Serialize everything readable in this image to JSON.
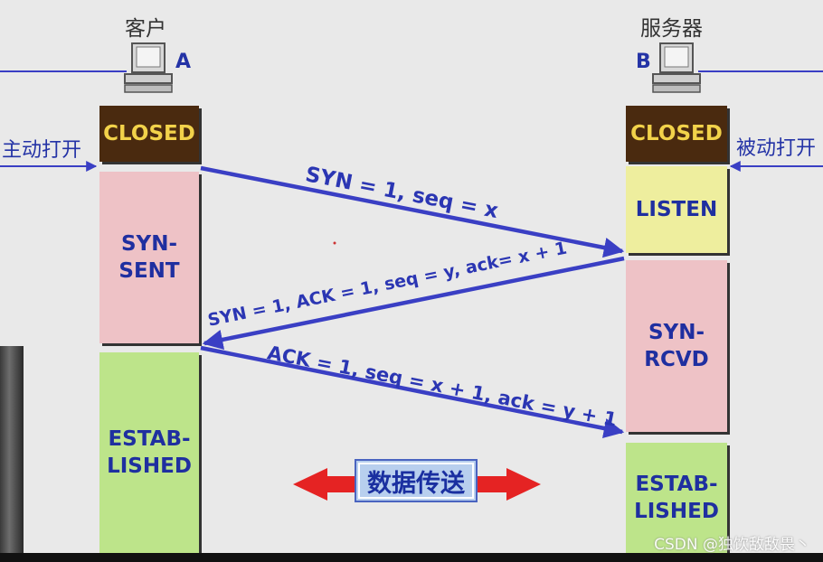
{
  "client": {
    "title": "客户",
    "letter": "A",
    "open_label": "主动打开"
  },
  "server": {
    "title": "服务器",
    "letter": "B",
    "open_label": "被动打开"
  },
  "client_states": [
    "CLOSED",
    "SYN-\nSENT",
    "ESTAB-\nLISHED"
  ],
  "server_states": [
    "CLOSED",
    "LISTEN",
    "SYN-\nRCVD",
    "ESTAB-\nLISHED"
  ],
  "messages": {
    "syn": "SYN = 1, seq = x",
    "synack": "SYN = 1, ACK = 1, seq = y, ack= x + 1",
    "ack": "ACK = 1, seq = x + 1, ack = y + 1"
  },
  "data_transfer_label": "数据传送",
  "watermark": "CSDN @独饮敌敌畏丶",
  "colors": {
    "line_blue": "#3a3fc4",
    "closed_bg": "#4a2a0f",
    "closed_text": "#f2d24a",
    "pink": "#eec2c6",
    "green": "#bde48a",
    "yellow": "#eeee9e",
    "red_arrow": "#e52323"
  },
  "icons": [
    "computer-icon",
    "computer-icon"
  ]
}
